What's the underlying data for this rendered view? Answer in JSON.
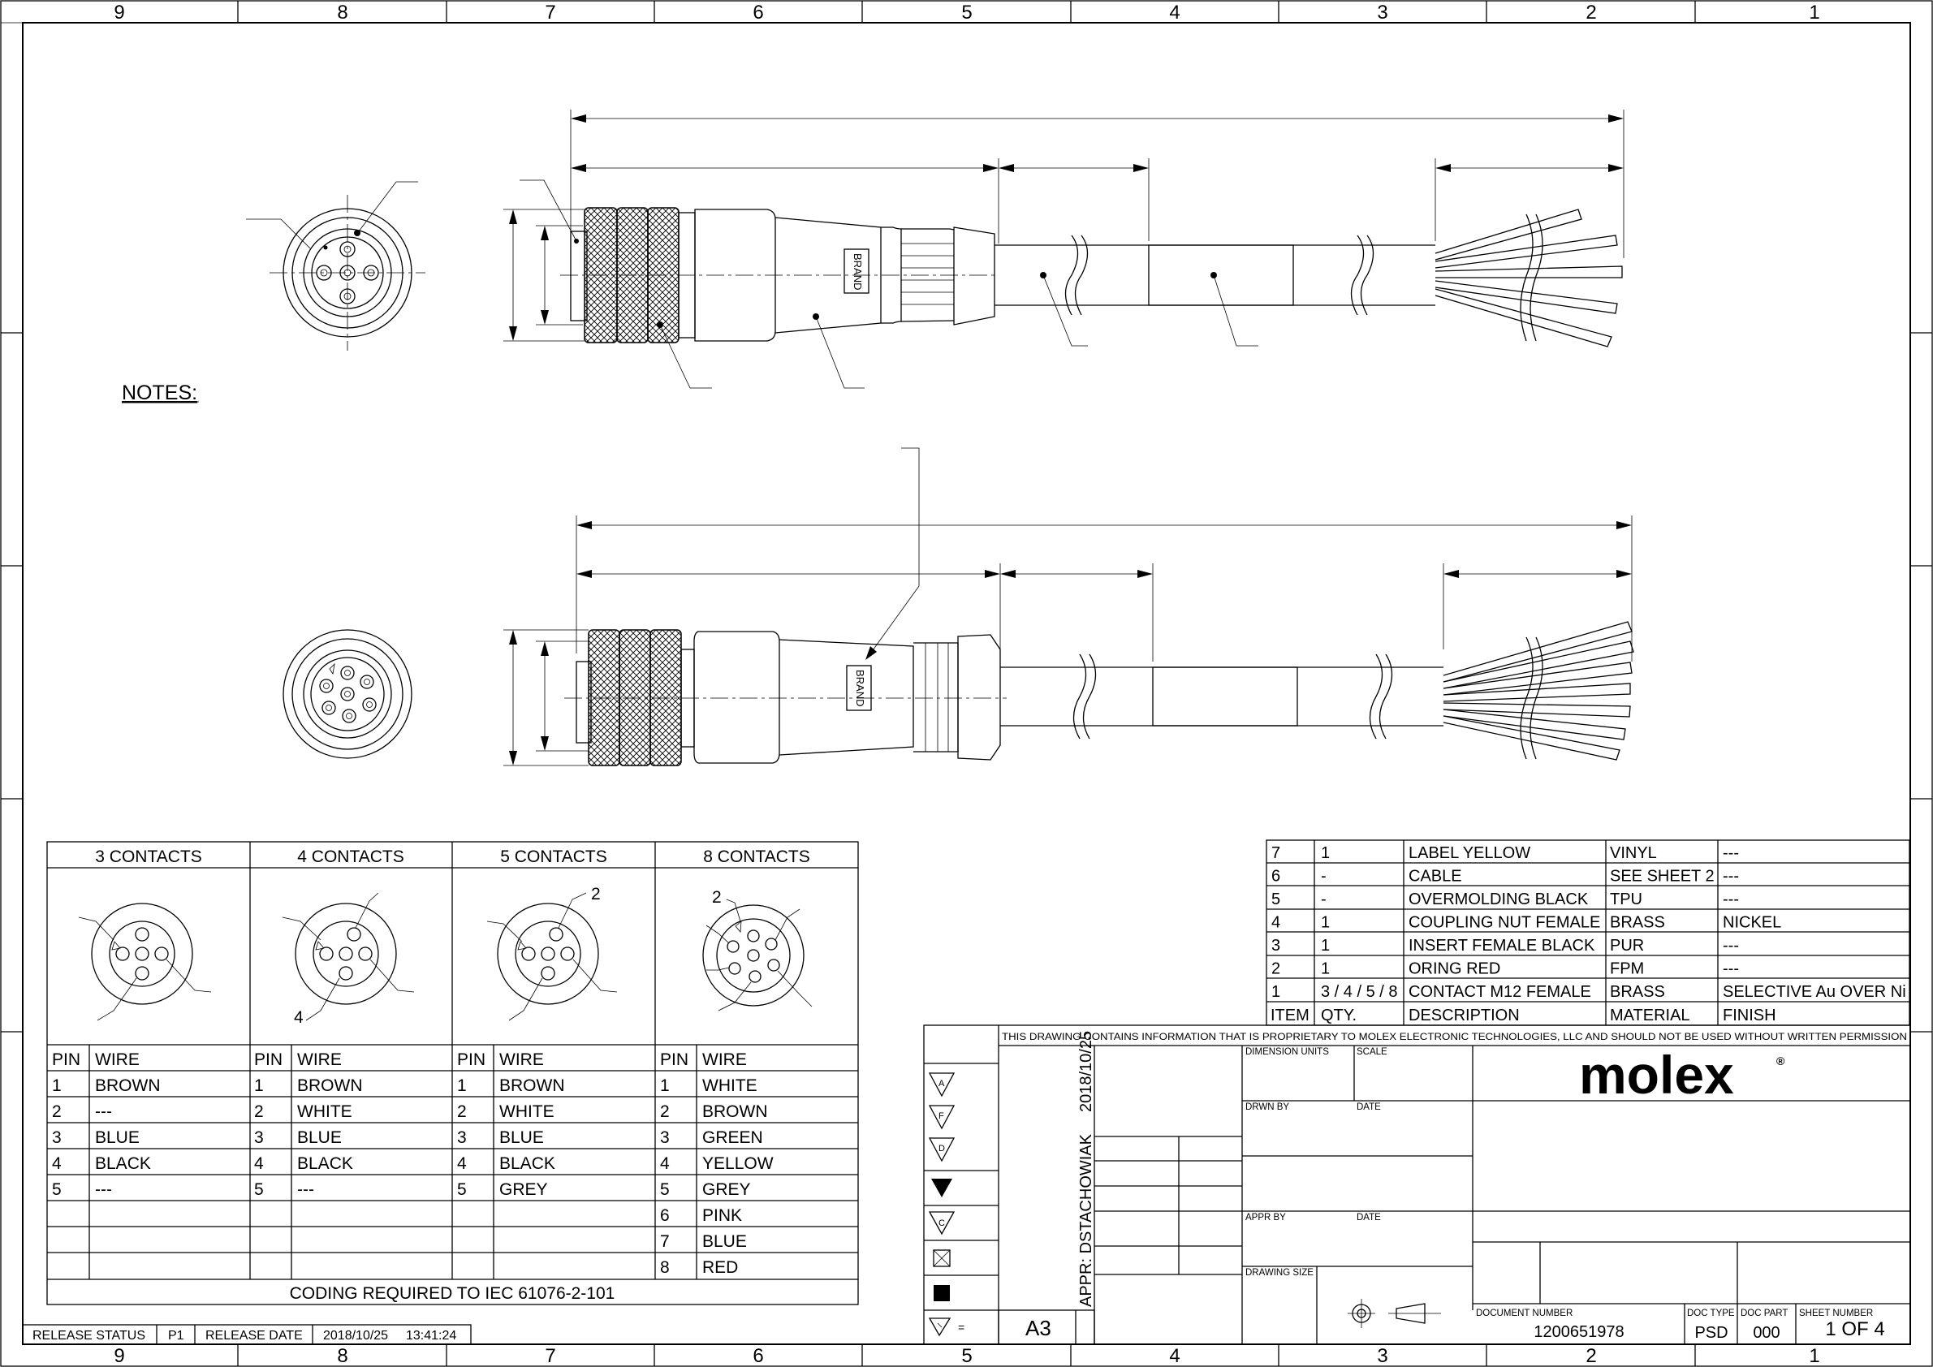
{
  "zones": {
    "columns": [
      "9",
      "8",
      "7",
      "6",
      "5",
      "4",
      "3",
      "2",
      "1"
    ]
  },
  "notes_heading": "NOTES:",
  "brand_mark": "BRAND",
  "contacts_table": {
    "headers": [
      "3 CONTACTS",
      "4 CONTACTS",
      "5 CONTACTS",
      "8 CONTACTS"
    ],
    "callouts": {
      "four": "4",
      "five": "2",
      "eight": "2"
    },
    "pin_header": "PIN",
    "wire_header": "WIRE",
    "columns": [
      {
        "rows": [
          [
            "1",
            "BROWN"
          ],
          [
            "2",
            "---"
          ],
          [
            "3",
            "BLUE"
          ],
          [
            "4",
            "BLACK"
          ],
          [
            "5",
            "---"
          ]
        ]
      },
      {
        "rows": [
          [
            "1",
            "BROWN"
          ],
          [
            "2",
            "WHITE"
          ],
          [
            "3",
            "BLUE"
          ],
          [
            "4",
            "BLACK"
          ],
          [
            "5",
            "---"
          ]
        ]
      },
      {
        "rows": [
          [
            "1",
            "BROWN"
          ],
          [
            "2",
            "WHITE"
          ],
          [
            "3",
            "BLUE"
          ],
          [
            "4",
            "BLACK"
          ],
          [
            "5",
            "GREY"
          ]
        ]
      },
      {
        "rows": [
          [
            "1",
            "WHITE"
          ],
          [
            "2",
            "BROWN"
          ],
          [
            "3",
            "GREEN"
          ],
          [
            "4",
            "YELLOW"
          ],
          [
            "5",
            "GREY"
          ],
          [
            "6",
            "PINK"
          ],
          [
            "7",
            "BLUE"
          ],
          [
            "8",
            "RED"
          ]
        ]
      }
    ],
    "footer": "CODING REQUIRED TO IEC 61076-2-101"
  },
  "bom": {
    "rows": [
      [
        "7",
        "1",
        "LABEL YELLOW",
        "VINYL",
        "---"
      ],
      [
        "6",
        "-",
        "CABLE",
        "SEE SHEET 2",
        "---"
      ],
      [
        "5",
        "-",
        "OVERMOLDING BLACK",
        "TPU",
        "---"
      ],
      [
        "4",
        "1",
        "COUPLING NUT FEMALE",
        "BRASS",
        "NICKEL"
      ],
      [
        "3",
        "1",
        "INSERT FEMALE BLACK",
        "PUR",
        "---"
      ],
      [
        "2",
        "1",
        "ORING RED",
        "FPM",
        "---"
      ],
      [
        "1",
        "3 / 4 / 5 / 8",
        "CONTACT M12 FEMALE",
        "BRASS",
        "SELECTIVE Au OVER Ni"
      ]
    ],
    "headers": [
      "ITEM",
      "QTY.",
      "DESCRIPTION",
      "MATERIAL",
      "FINISH"
    ]
  },
  "title_block": {
    "proprietary": "THIS DRAWING CONTAINS INFORMATION THAT IS PROPRIETARY TO MOLEX ELECTRONIC TECHNOLOGIES, LLC AND SHOULD NOT BE USED WITHOUT WRITTEN PERMISSION",
    "dimension_units_label": "DIMENSION UNITS",
    "scale_label": "SCALE",
    "drwn_by_label": "DRWN BY",
    "date_label": "DATE",
    "appr_by_label": "APPR BY",
    "drawing_size_label": "DRAWING SIZE",
    "vertical_date": "2018/10/25",
    "vertical_appr": "APPR:  DSTACHOWIAK",
    "sheet_size": "A3",
    "document_number_label": "DOCUMENT NUMBER",
    "document_number": "1200651978",
    "doc_type_label": "DOC TYPE",
    "doc_type": "PSD",
    "doc_part_label": "DOC PART",
    "doc_part": "000",
    "sheet_number_label": "SHEET NUMBER",
    "sheet_number": "1 OF 4",
    "logo": "molex",
    "logo_mark": "®",
    "symbols": [
      "A",
      "F",
      "D",
      "C"
    ],
    "symbol_eq": "="
  },
  "release": {
    "status_label": "RELEASE STATUS",
    "status": "P1",
    "date_label": "RELEASE DATE",
    "date": "2018/10/25",
    "time": "13:41:24"
  }
}
